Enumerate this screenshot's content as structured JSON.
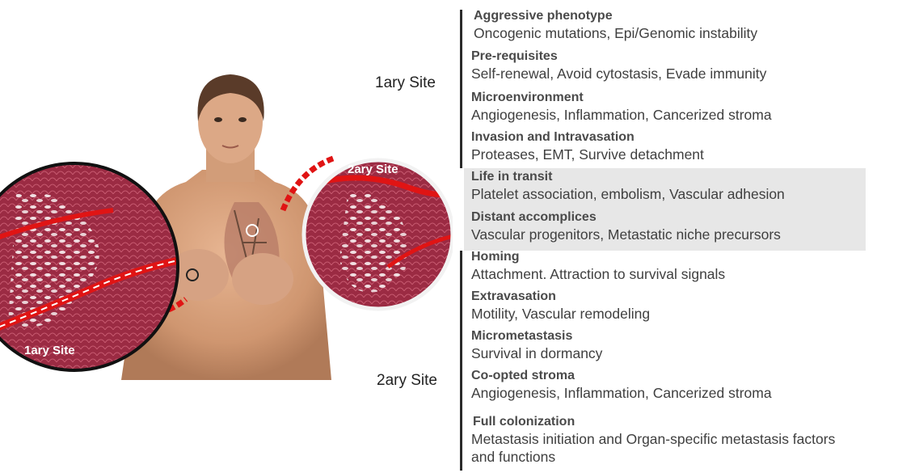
{
  "site_labels": {
    "primary": "1ary Site",
    "secondary": "2ary Site"
  },
  "inset_labels": {
    "primary": "1ary Site",
    "secondary": "2ary Site"
  },
  "steps": [
    {
      "title": "Aggressive phenotype",
      "desc": "Oncogenic mutations, Epi/Genomic instability"
    },
    {
      "title": "Pre-requisites",
      "desc": "Self-renewal, Avoid cytostasis, Evade immunity"
    },
    {
      "title": "Microenvironment",
      "desc": "Angiogenesis, Inflammation, Cancerized stroma"
    },
    {
      "title": "Invasion and Intravasation",
      "desc": "Proteases, EMT, Survive detachment"
    },
    {
      "title": "Life in transit",
      "desc": "Platelet association, embolism, Vascular adhesion"
    },
    {
      "title": "Distant accomplices",
      "desc": "Vascular progenitors, Metastatic niche precursors"
    },
    {
      "title": "Homing",
      "desc": "Attachment. Attraction to survival signals"
    },
    {
      "title": "Extravasation",
      "desc": "Motility, Vascular remodeling"
    },
    {
      "title": "Micrometastasis",
      "desc": "Survival in dormancy"
    },
    {
      "title": "Co-opted stroma",
      "desc": "Angiogenesis, Inflammation, Cancerized stroma"
    },
    {
      "title": "Full colonization",
      "desc": "Metastasis initiation and Organ-specific metastasis factors",
      "desc2": "and functions"
    }
  ],
  "colors": {
    "tissue": "#a3324a",
    "vessel": "#e01414",
    "skin": "#d9a27e",
    "transit_highlight": "#e7e7e7"
  }
}
